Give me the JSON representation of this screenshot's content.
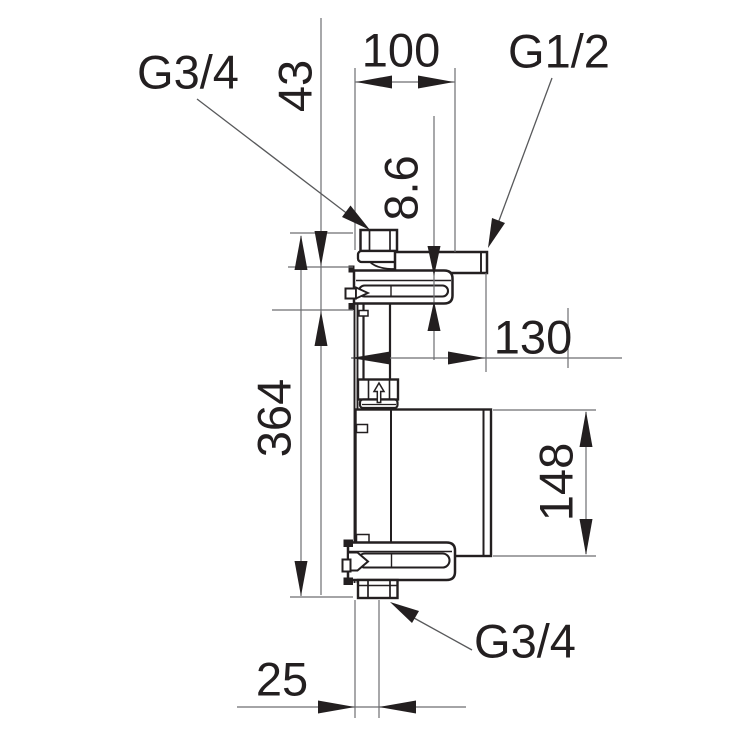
{
  "drawing": {
    "connections": {
      "top_inlet": "G3/4",
      "side_outlet": "G1/2",
      "bottom_outlet": "G3/4"
    },
    "dimensions_mm": {
      "top_width": "100",
      "upper_bracket_offset": "43",
      "pipe_offset": "8.6",
      "side_depth": "130",
      "total_height": "364",
      "body_height": "148",
      "bottom_offset": "25"
    },
    "colors": {
      "background": "#ffffff",
      "outline": "#231f20",
      "dimension_line": "#6d6e71",
      "leader_line": "#58595b",
      "text": "#231f20"
    }
  }
}
